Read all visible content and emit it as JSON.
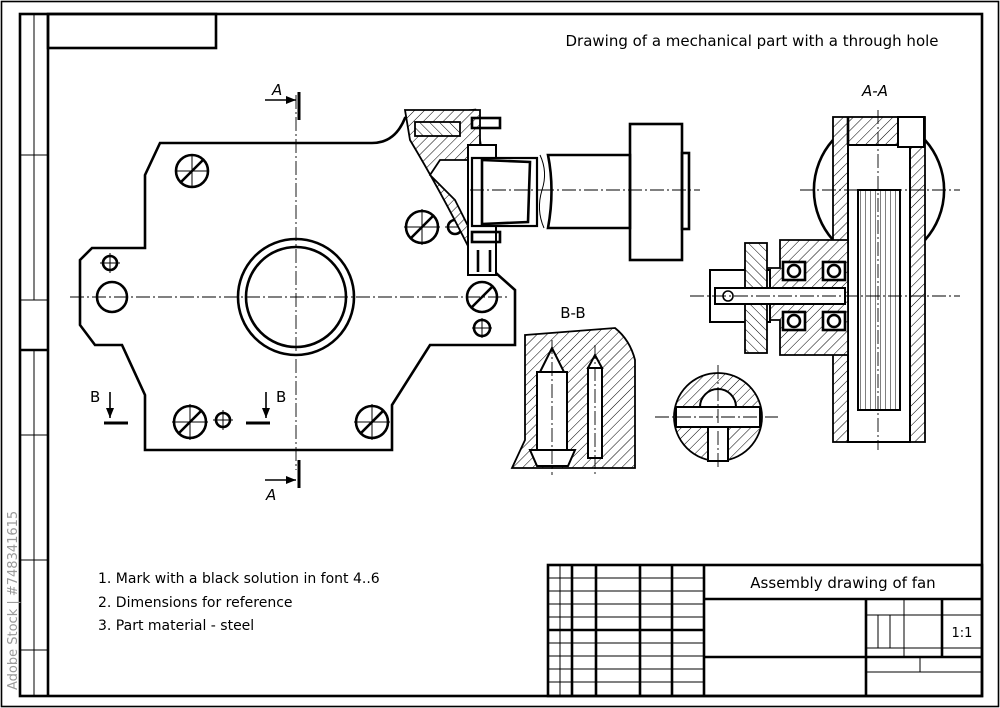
{
  "drawing": {
    "title": "Drawing of a mechanical part with a through hole",
    "section_aa": "A-A",
    "section_bb": "B-B",
    "label_a": "A",
    "label_b": "B"
  },
  "notes": [
    "1. Mark with a black solution in font 4..6",
    "2. Dimensions for reference",
    "3. Part material - steel"
  ],
  "title_block": {
    "name": "Assembly drawing of fan",
    "scale": "1:1"
  },
  "watermark": "Adobe Stock | #748341615"
}
